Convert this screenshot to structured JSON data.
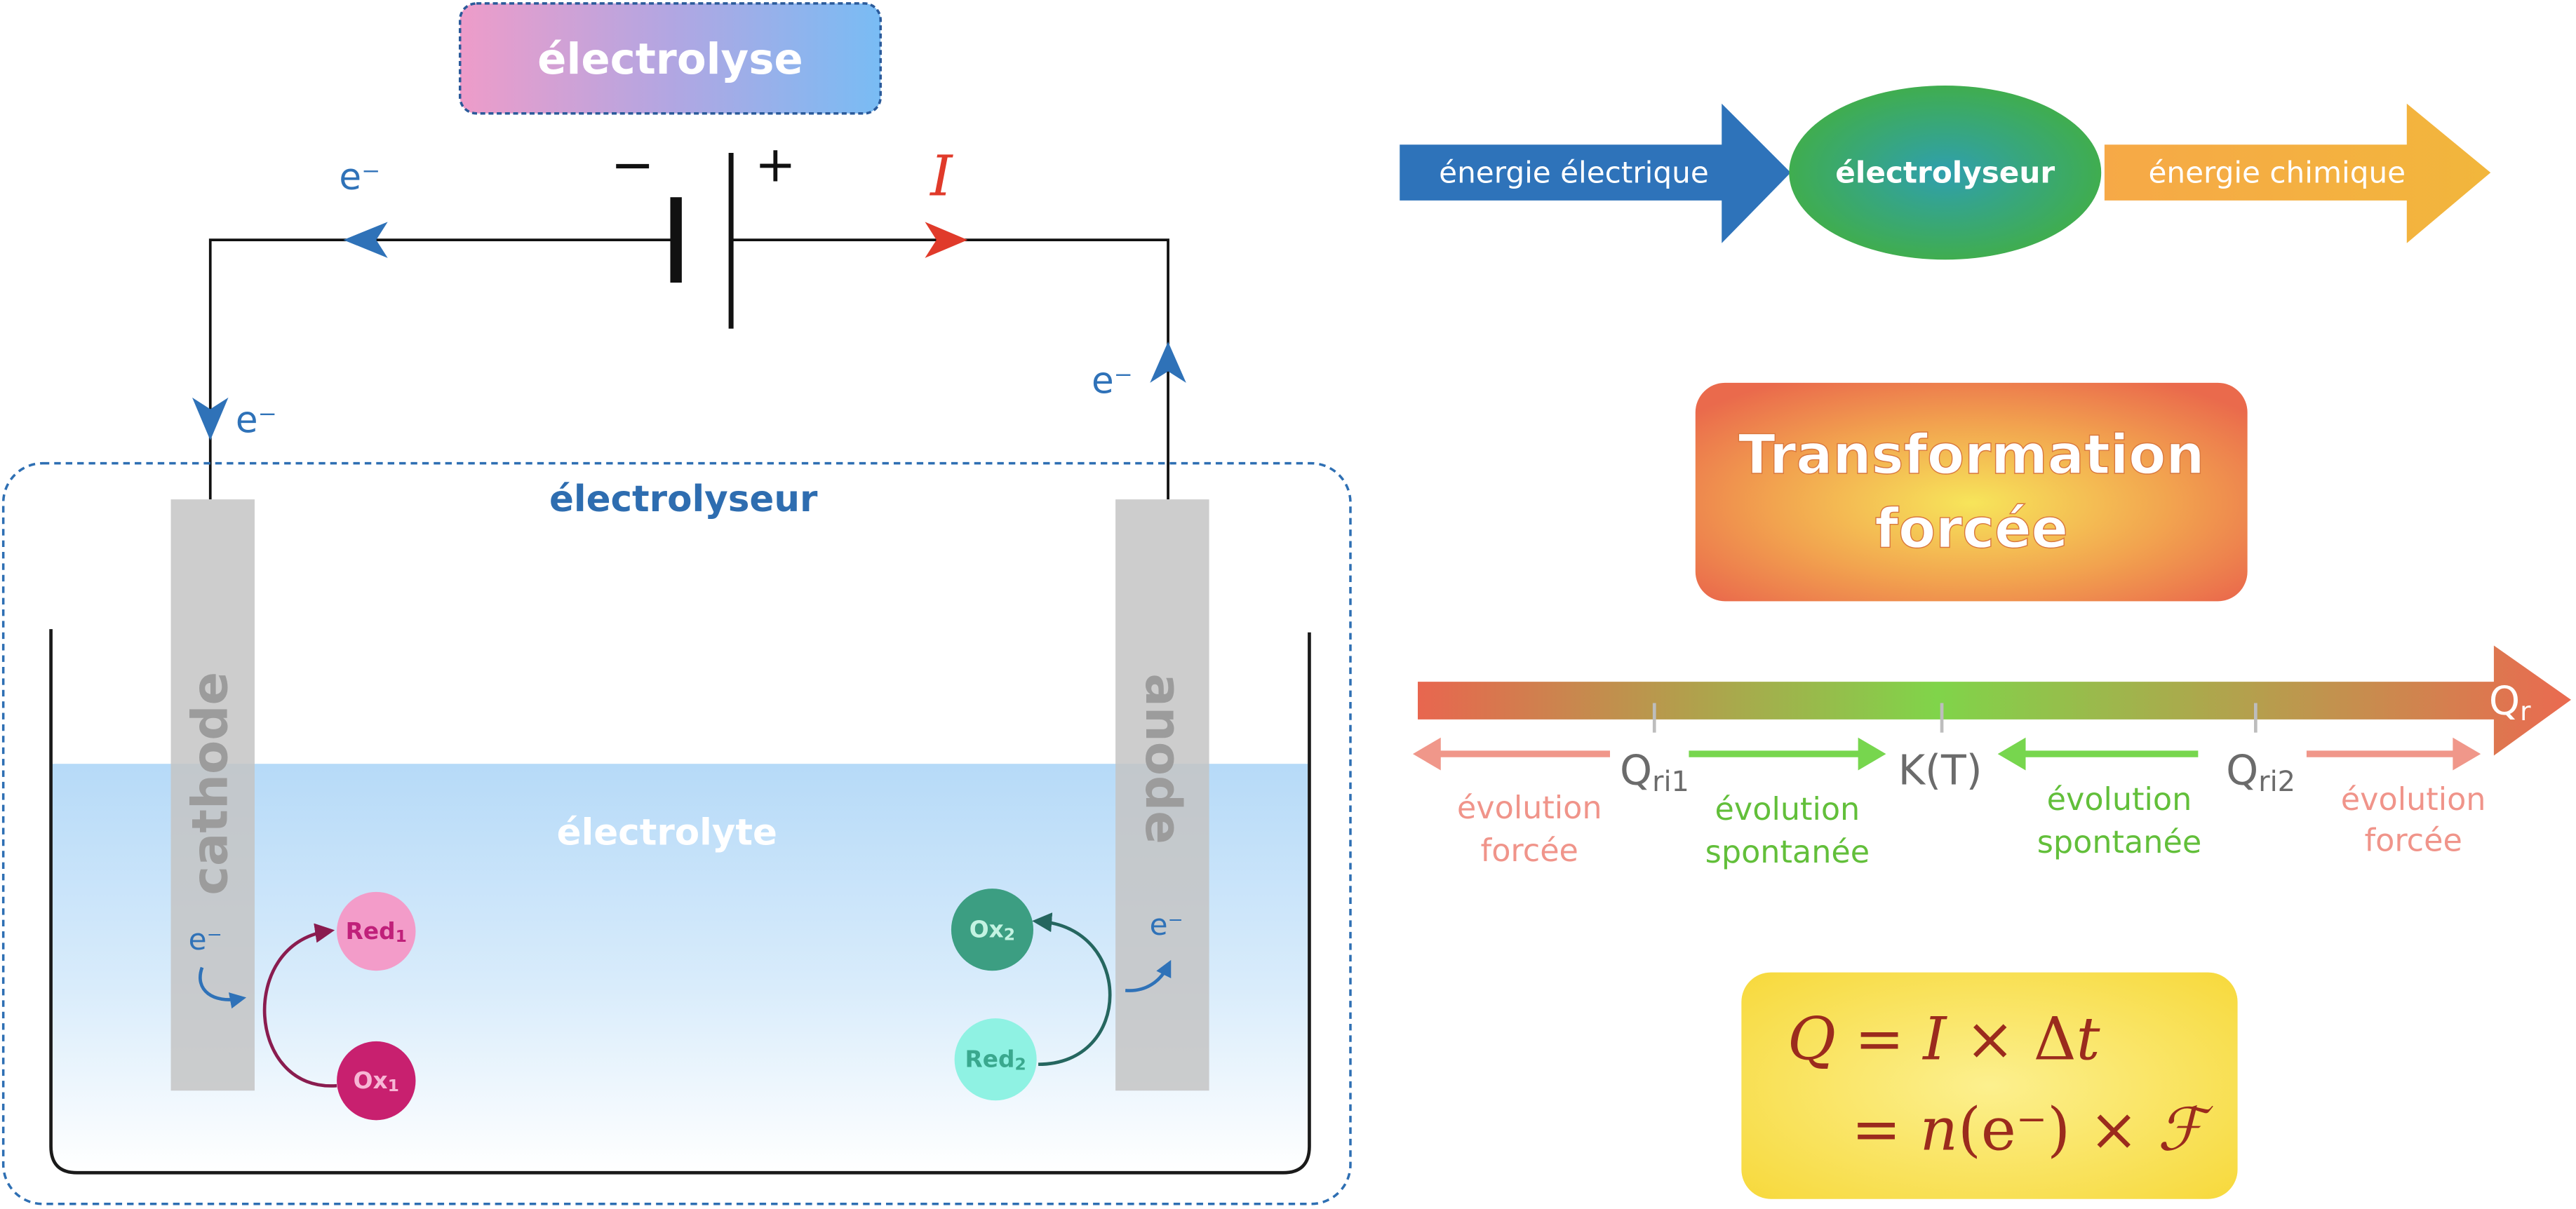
{
  "title": "électrolyse",
  "circuit": {
    "minus_sign": "−",
    "plus_sign": "+",
    "current_label": "I",
    "electron_top": "e⁻",
    "electron_left": "e⁻",
    "electron_right": "e⁻"
  },
  "cell": {
    "label": "électrolyseur",
    "electrolyte": "électrolyte",
    "cathode": "cathode",
    "anode": "anode",
    "cathode_electron": "e⁻",
    "anode_electron": "e⁻",
    "species": {
      "red1": {
        "name": "Red",
        "sub": "1"
      },
      "ox1": {
        "name": "Ox",
        "sub": "1"
      },
      "ox2": {
        "name": "Ox",
        "sub": "2"
      },
      "red2": {
        "name": "Red",
        "sub": "2"
      }
    }
  },
  "energy_flow": {
    "input": "énergie électrique",
    "device": "électrolyseur",
    "output": "énergie chimique"
  },
  "transformation": {
    "line1": "Transformation",
    "line2": "forcée"
  },
  "reaction_quotient_axis": {
    "axis_label": {
      "main": "Q",
      "sub": "r"
    },
    "marker_qri1": {
      "main": "Q",
      "sub": "ri1"
    },
    "marker_equilibrium": "K(T)",
    "marker_qri2": {
      "main": "Q",
      "sub": "ri2"
    },
    "regions": [
      {
        "line1": "évolution",
        "line2": "forcée"
      },
      {
        "line1": "évolution",
        "line2": "spontanée"
      },
      {
        "line1": "évolution",
        "line2": "spontanée"
      },
      {
        "line1": "évolution",
        "line2": "forcée"
      }
    ]
  },
  "formula": {
    "line1": [
      "Q",
      " = ",
      "I",
      " × Δ",
      "t"
    ],
    "line2": [
      "= ",
      "n",
      "(e⁻) × ",
      "ℱ"
    ]
  },
  "colors": {
    "electron_blue": "#2f72b8",
    "current_red": "#e03a2a",
    "forced_salmon": "#f0948a",
    "spontaneous_green": "#62bf3a",
    "formula_text": "#9b2b1d"
  }
}
